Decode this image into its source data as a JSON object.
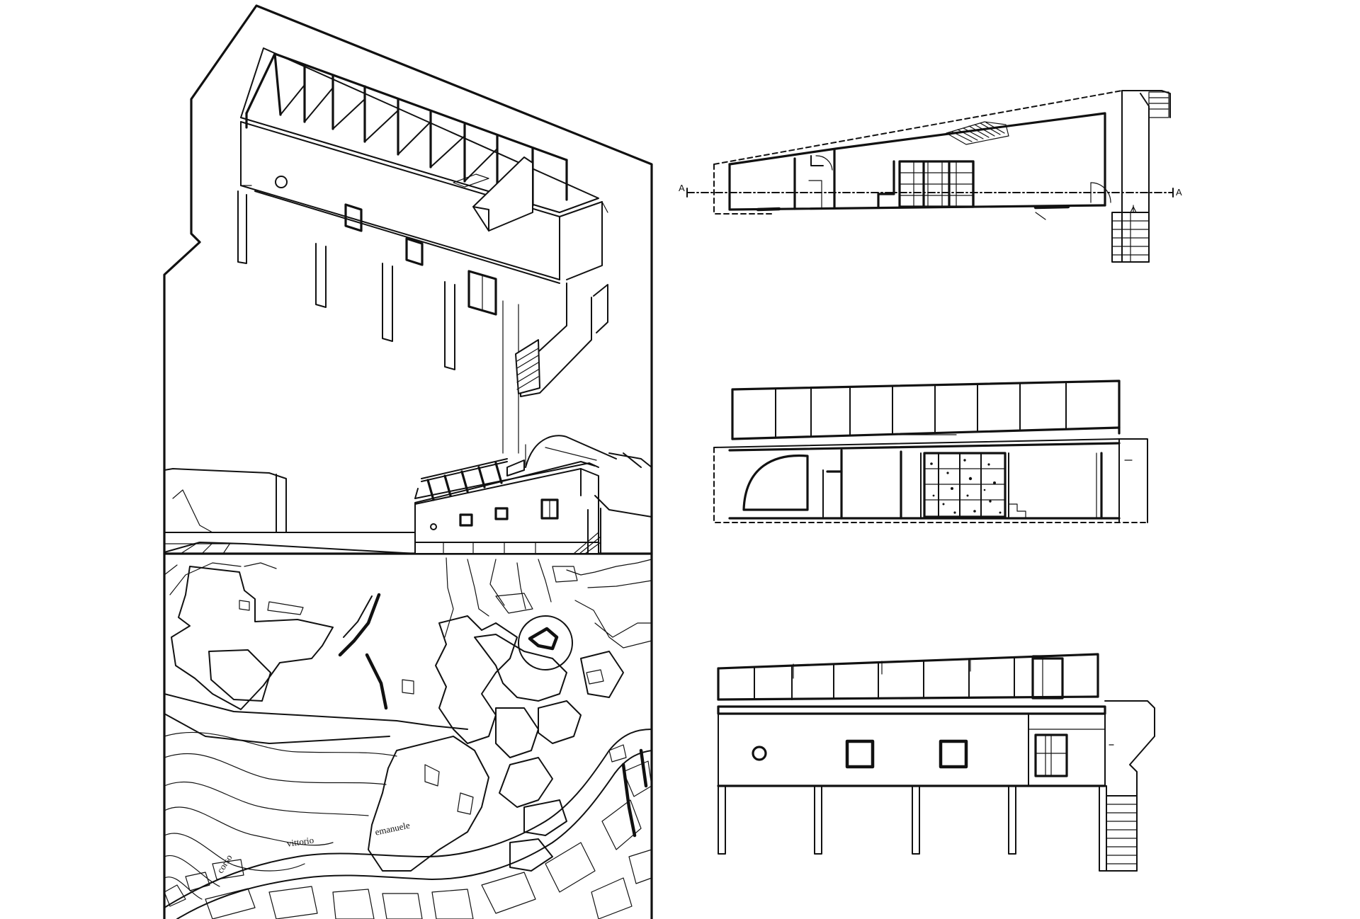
{
  "plan": {
    "section_mark_left": "A",
    "section_mark_right": "A"
  },
  "site_map": {
    "street_words": [
      "corso",
      "vittorio",
      "emanuele"
    ]
  }
}
